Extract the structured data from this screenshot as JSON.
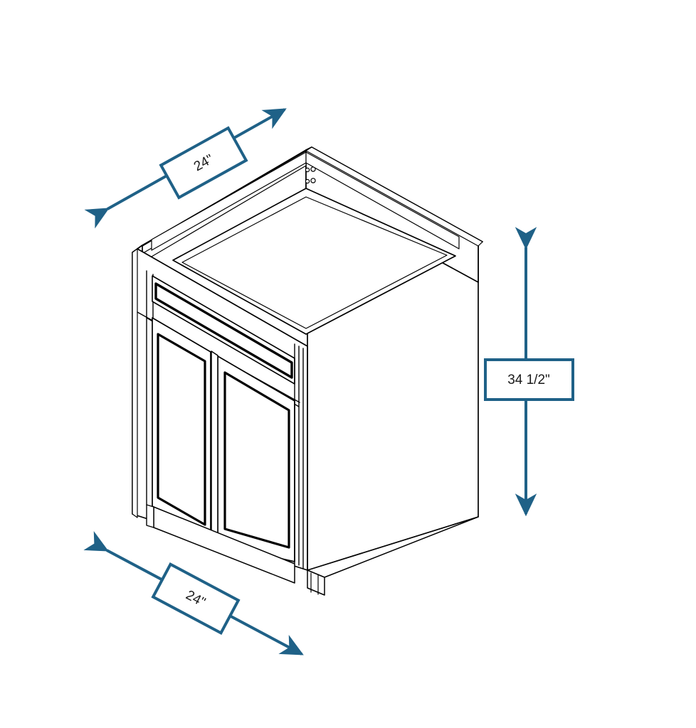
{
  "diagram": {
    "title": "Base Cabinet Isometric Dimension Drawing",
    "subject": "two-door base cabinet with drawer",
    "background_color": "#ffffff",
    "line_color": "#000000",
    "dimension_color": "#1f6187",
    "dimension_fill": "#ffffff"
  },
  "dimensions": {
    "depth": {
      "label": "24\"",
      "name": "depth-dimension",
      "orientation": "diagonal-up-right",
      "rotation_deg": -27
    },
    "height": {
      "label": "34 1/2\"",
      "name": "height-dimension",
      "orientation": "vertical",
      "rotation_deg": 0
    },
    "width": {
      "label": "24\"",
      "name": "width-dimension",
      "orientation": "diagonal-down-right",
      "rotation_deg": 27
    }
  },
  "cabinet_parts": {
    "top_opening": "open-top-frame",
    "drawer_front": "single-drawer-front",
    "left_door": "left-shaker-door",
    "right_door": "right-shaker-door",
    "toe_kick": "toe-kick-recess",
    "right_side_panel": "right-side-panel",
    "hinge_holes": "hinge-bore-holes"
  }
}
